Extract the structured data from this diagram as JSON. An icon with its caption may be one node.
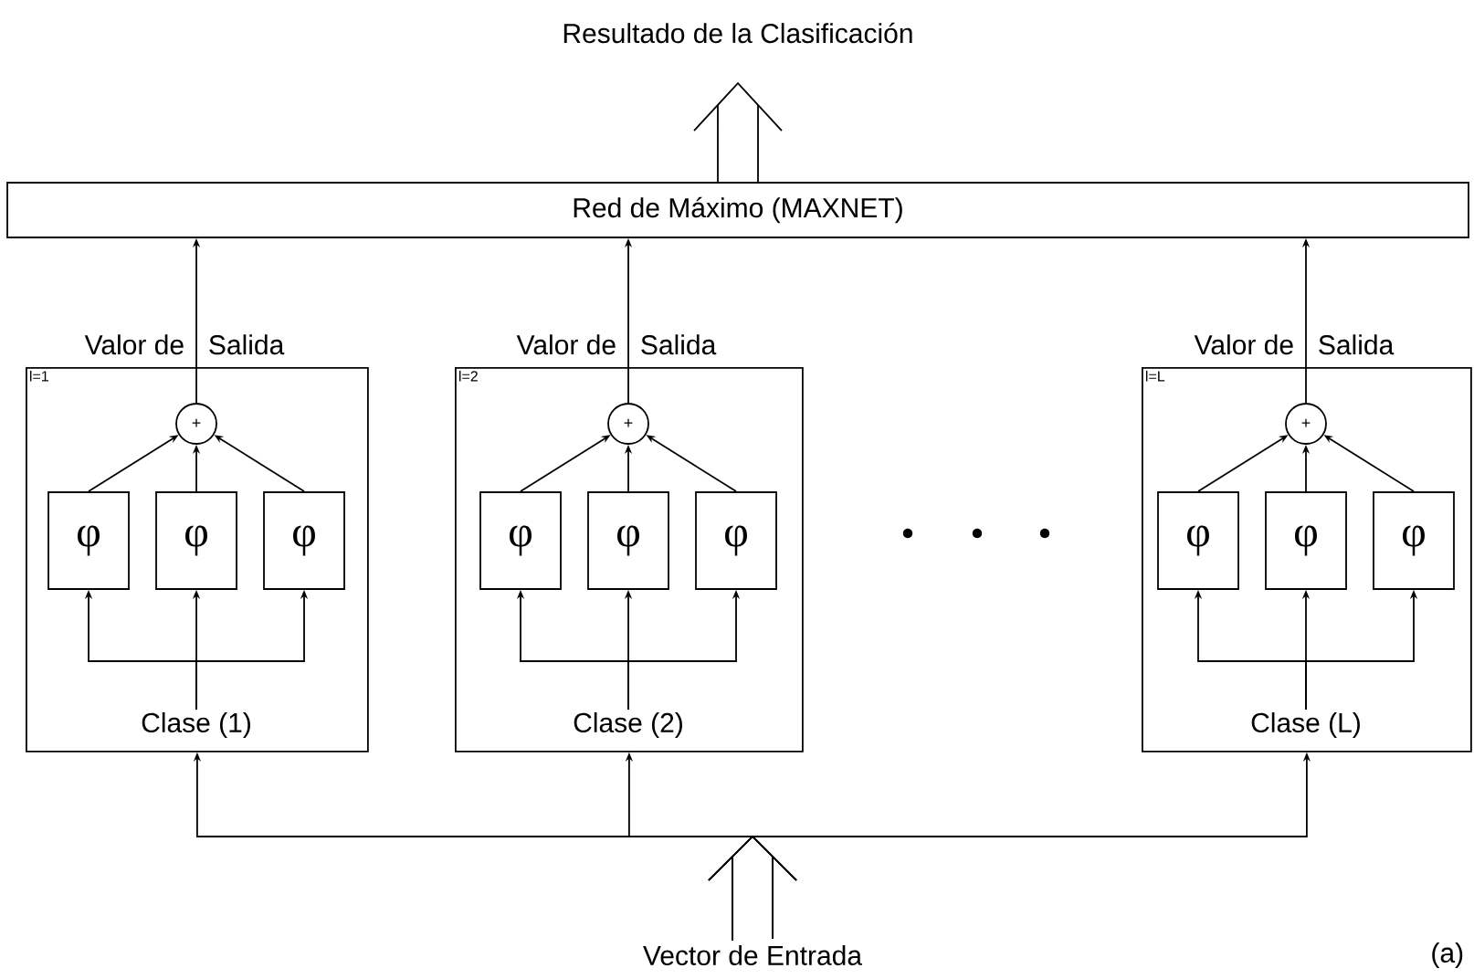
{
  "diagram": {
    "nodes": [
      {
        "text": [
          "Resultado de la Clasificación"
        ]
      },
      {
        "text": [
          "Red de Máximo (MAXNET)"
        ]
      },
      {
        "text": [
          "l=1"
        ],
        "beside": [
          "Valor de",
          "Salida"
        ]
      },
      {
        "text": [
          "+"
        ],
        "in": 2
      },
      {
        "text": [
          "φ"
        ],
        "in": 2
      },
      {
        "text": [
          "φ"
        ],
        "in": 2
      },
      {
        "text": [
          "φ"
        ],
        "in": 2
      },
      {
        "text": [
          "Clase (1)"
        ],
        "in": 2
      },
      {
        "text": [
          "l=2"
        ],
        "beside": [
          "Valor de",
          "Salida"
        ]
      },
      {
        "text": [
          "+"
        ],
        "in": 8
      },
      {
        "text": [
          "φ"
        ],
        "in": 8
      },
      {
        "text": [
          "φ"
        ],
        "in": 8
      },
      {
        "text": [
          "φ"
        ],
        "in": 8
      },
      {
        "text": [
          "Clase (2)"
        ],
        "in": 8
      },
      {
        "text": [
          "l=L"
        ],
        "beside": [
          "Valor de",
          "Salida"
        ]
      },
      {
        "text": [
          "+"
        ],
        "in": 14
      },
      {
        "text": [
          "φ"
        ],
        "in": 14
      },
      {
        "text": [
          "φ"
        ],
        "in": 14
      },
      {
        "text": [
          "φ"
        ],
        "in": 14
      },
      {
        "text": [
          "Clase (L)"
        ],
        "in": 14
      },
      {
        "text": [
          "Vector de Entrada"
        ]
      }
    ],
    "edges": [
      {
        "from": 1,
        "to": 0,
        "arrow": "to"
      },
      {
        "from": 3,
        "to": 1,
        "arrow": "to"
      },
      {
        "from": 4,
        "to": 3,
        "arrow": "to"
      },
      {
        "from": 5,
        "to": 3,
        "arrow": "to"
      },
      {
        "from": 6,
        "to": 3,
        "arrow": "to"
      },
      {
        "from": 7,
        "to": 4,
        "arrow": "to"
      },
      {
        "from": 7,
        "to": 5,
        "arrow": "to"
      },
      {
        "from": 7,
        "to": 6,
        "arrow": "to"
      },
      {
        "from": 9,
        "to": 1,
        "arrow": "to"
      },
      {
        "from": 10,
        "to": 9,
        "arrow": "to"
      },
      {
        "from": 11,
        "to": 9,
        "arrow": "to"
      },
      {
        "from": 12,
        "to": 9,
        "arrow": "to"
      },
      {
        "from": 13,
        "to": 10,
        "arrow": "to"
      },
      {
        "from": 13,
        "to": 11,
        "arrow": "to"
      },
      {
        "from": 13,
        "to": 12,
        "arrow": "to"
      },
      {
        "from": 15,
        "to": 1,
        "arrow": "to"
      },
      {
        "from": 16,
        "to": 15,
        "arrow": "to"
      },
      {
        "from": 17,
        "to": 15,
        "arrow": "to"
      },
      {
        "from": 18,
        "to": 15,
        "arrow": "to"
      },
      {
        "from": 19,
        "to": 16,
        "arrow": "to"
      },
      {
        "from": 19,
        "to": 17,
        "arrow": "to"
      },
      {
        "from": 19,
        "to": 18,
        "arrow": "to"
      },
      {
        "from": 20,
        "to": 2,
        "arrow": "to"
      },
      {
        "from": 20,
        "to": 8,
        "arrow": "to"
      },
      {
        "from": 20,
        "to": 14,
        "arrow": "to"
      }
    ],
    "labels": [
      "(a)"
    ]
  }
}
